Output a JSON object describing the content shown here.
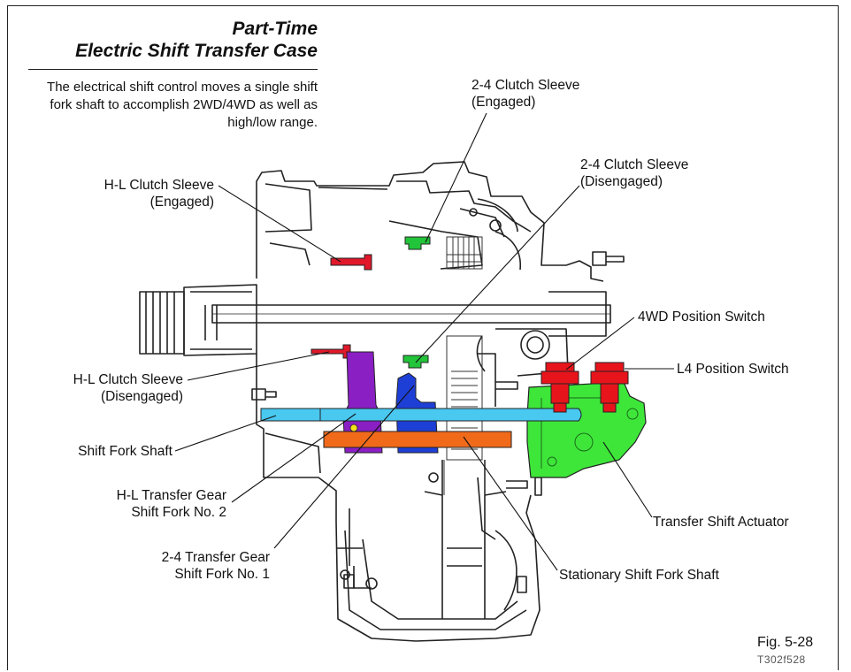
{
  "header": {
    "title_line1": "Part-Time",
    "title_line2": "Electric Shift Transfer Case",
    "description": "The electrical shift control moves a single shift fork shaft to accomplish 2WD/4WD as well as high/low range."
  },
  "labels": {
    "clutch24_engaged_1": "2-4 Clutch Sleeve",
    "clutch24_engaged_2": "(Engaged)",
    "clutch24_disengaged_1": "2-4 Clutch Sleeve",
    "clutch24_disengaged_2": "(Disengaged)",
    "hl_engaged_1": "H-L Clutch Sleeve",
    "hl_engaged_2": "(Engaged)",
    "hl_disengaged_1": "H-L Clutch Sleeve",
    "hl_disengaged_2": "(Disengaged)",
    "shift_fork_shaft": "Shift Fork Shaft",
    "hl_fork_1": "H-L Transfer Gear",
    "hl_fork_2": "Shift Fork No. 2",
    "fork24_1": "2-4 Transfer Gear",
    "fork24_2": "Shift Fork No. 1",
    "wd4_switch": "4WD Position Switch",
    "l4_switch": "L4 Position Switch",
    "actuator": "Transfer Shift Actuator",
    "stationary_shaft": "Stationary Shift Fork Shaft"
  },
  "footer": {
    "figure": "Fig. 5-28",
    "code": "T302f528"
  },
  "colors": {
    "engaged_sleeve": "#e0182a",
    "clutch24_sleeve": "#22c43a",
    "hl_fork": "#8a1fc4",
    "fork24": "#1e3fd6",
    "shift_shaft": "#49c8f0",
    "stationary_shaft": "#f06a1a",
    "actuator": "#3ee63a",
    "switches": "#e8141c",
    "casing_line": "#222222",
    "text": "#111111"
  }
}
